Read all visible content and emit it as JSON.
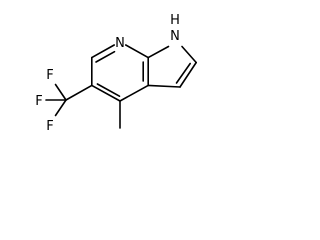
{
  "molecule": {
    "atoms": {
      "n_pyridine": "N",
      "n_pyrrole_h": "H",
      "n_pyrrole_n": "N",
      "f_top": "F",
      "f_left": "F",
      "f_bottom": "F"
    }
  },
  "colors": {
    "bond": "#000000",
    "text": "#000000",
    "background": "#ffffff"
  }
}
